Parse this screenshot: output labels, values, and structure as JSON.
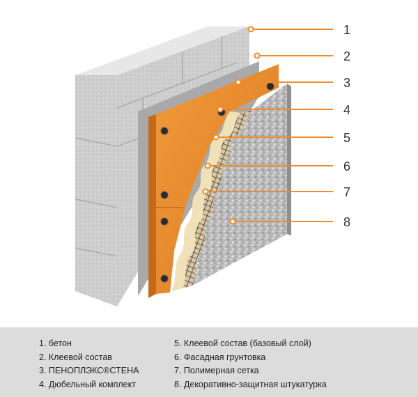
{
  "colors": {
    "leader_line": "#f08a2c",
    "foam_board": "#e9862a",
    "concrete": "#c9c9c9",
    "plaster": "#b7b7b7",
    "legend_background": "#dcdcdc"
  },
  "callouts": [
    {
      "number": "1"
    },
    {
      "number": "2"
    },
    {
      "number": "3"
    },
    {
      "number": "4"
    },
    {
      "number": "5"
    },
    {
      "number": "6"
    },
    {
      "number": "7"
    },
    {
      "number": "8"
    }
  ],
  "legend": [
    "1. бетон",
    "2. Клеевой состав",
    "3. ПЕНОПЛЭКС®СТЕНА",
    "4. Дюбельный комплект",
    "5. Клеевой состав (базовый слой)",
    "6. Фасадная грунтовка",
    "7. Полимерная сетка",
    "8. Декоративно-защитная штукатурка"
  ]
}
